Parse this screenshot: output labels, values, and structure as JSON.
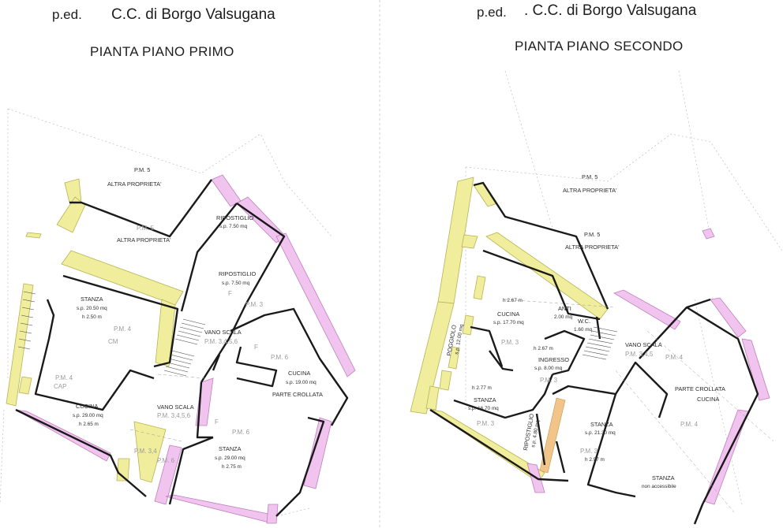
{
  "left_plan": {
    "ped": "p.ed.",
    "cc": "C.C. di Borgo Valsugana",
    "title": "PIANTA PIANO PRIMO",
    "labels": {
      "pm5": "P.M. 5",
      "altra1": "ALTRA PROPRIETA'",
      "pm5b": "P.M. 5",
      "altra2": "ALTRA PROPRIETA'",
      "rip1": "RIPOSTIGLIO",
      "rip1_sp": "s.p. 7.50 mq",
      "rip2": "RIPOSTIGLIO",
      "rip2_sp": "s.p. 7.50 mq",
      "f1": "F",
      "pm3": "P.M. 3",
      "stanza1": "STANZA",
      "stanza1_sp": "s.p. 20.50 mq",
      "stanza1_h": "h 2.50 m",
      "pm4a": "P.M. 4",
      "cm": "CM",
      "vano1": "VANO SCALA",
      "vano1_pm": "P.M. 3,4,5,6",
      "f2": "F",
      "pm6a": "P.M. 6",
      "cucina2": "CUCINA",
      "cucina2_sp": "s.p. 19.00 mq",
      "crollata": "PARTE CROLLATA",
      "pm4b": "P.M. 4",
      "cap": "CAP",
      "cucina1": "CUCINA",
      "cucina1_sp": "s.p. 29.00 mq",
      "cucina1_h": "h 2.65 m",
      "vano2": "VANO SCALA",
      "vano2_pm": "P.M. 3,4,5,6",
      "f3": "F",
      "pm6b": "P.M. 6",
      "pm34": "P.M. 3,4",
      "pm6c": "P.M. 6",
      "stanza2": "STANZA",
      "stanza2_sp": "s.p. 29.00 mq",
      "stanza2_h": "h 2.75 m"
    }
  },
  "right_plan": {
    "ped": "p.ed.",
    "cc": ". C.C. di Borgo Valsugana",
    "title": "PIANTA PIANO SECONDO",
    "labels": {
      "pm5": "P.M. 5",
      "altra1": "ALTRA PROPRIETA'",
      "pm5b": "P.M. 5",
      "altra2": "ALTRA PROPRIETA'",
      "h267a": "h 2.67 m",
      "cucina": "CUCINA",
      "cucina_sp": "s.p. 17.70 mq",
      "anti": "ANTI",
      "anti_sp": "2.00 mq",
      "wc": "W.C.",
      "wc_sp": "1.60 mq",
      "pm3a": "P.M. 3",
      "vano": "VANO SCALA",
      "vano_pm": "P.M. 3,4,5",
      "pogg": "POGGIOLO",
      "pogg_sp": "s.p. 12.00 mq",
      "h267b": "h 2.67 m",
      "ingresso": "INGRESSO",
      "ingresso_sp": "s.p. 8.00 mq",
      "pm3b": "P.M. 3",
      "pm4a": "P.M. 4",
      "crollata": "PARTE CROLLATA",
      "cucina2": "CUCINA",
      "h277": "h 2.77 m",
      "stanza1": "STANZA",
      "stanza1_sp": "s.p. 16.70 mq",
      "pm3c": "P.M. 3",
      "rip": "RIPOSTIGLIO",
      "rip_sp": "s.p. 4.80 mq",
      "stanza2": "STANZA",
      "stanza2_sp": "s.p. 21.30 mq",
      "pm3d": "P.M. 3",
      "stanza2_h": "h 2.97 m",
      "pm4b": "P.M. 4",
      "stanza3": "STANZA",
      "stanza3_note": "non accessibile"
    }
  }
}
